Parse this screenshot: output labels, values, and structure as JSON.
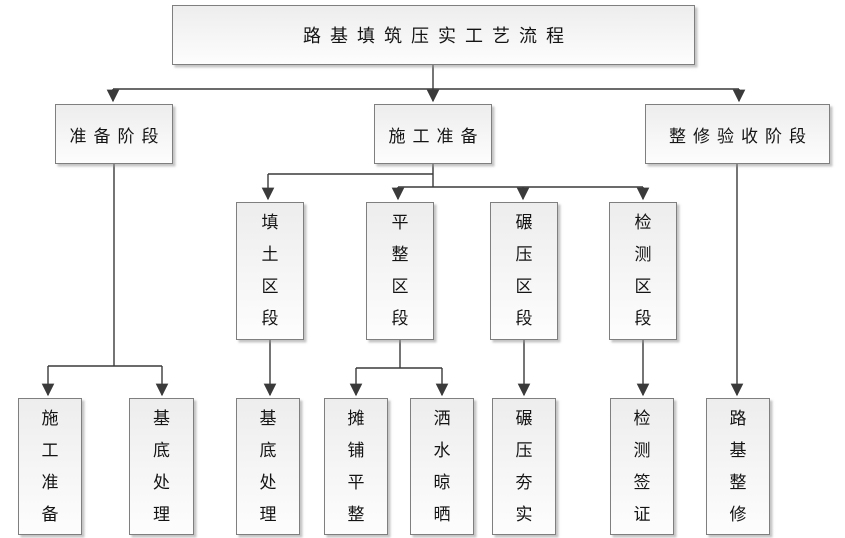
{
  "diagram": {
    "type": "flowchart",
    "title": "路基填筑压实工艺流程",
    "colors": {
      "line": "#3a3a3a",
      "box_border": "#7f7f7f",
      "box_fill_top": "#ededed",
      "box_fill_bottom": "#fdfdfd",
      "text": "#141414",
      "background": "#ffffff"
    },
    "nodes": {
      "title": {
        "label": "路基填筑压实工艺流程",
        "orientation": "horizontal"
      },
      "prep_stage": {
        "label": "准备阶段",
        "orientation": "horizontal"
      },
      "construction_prep": {
        "label": "施工准备",
        "orientation": "horizontal"
      },
      "acceptance_stage": {
        "label": "整修验收阶段",
        "orientation": "horizontal"
      },
      "fill_section": {
        "label": "填土区段",
        "orientation": "vertical"
      },
      "leveling_section": {
        "label": "平整区段",
        "orientation": "vertical"
      },
      "rolling_section": {
        "label": "碾压区段",
        "orientation": "vertical"
      },
      "inspection_section": {
        "label": "检测区段",
        "orientation": "vertical"
      },
      "construction_prep2": {
        "label": "施工准备",
        "orientation": "vertical"
      },
      "base_treatment1": {
        "label": "基底处理",
        "orientation": "vertical"
      },
      "base_treatment2": {
        "label": "基底处理",
        "orientation": "vertical"
      },
      "paving_leveling": {
        "label": "摊铺平整",
        "orientation": "vertical"
      },
      "watering_drying": {
        "label": "洒水晾晒",
        "orientation": "vertical"
      },
      "rolling_compaction": {
        "label": "碾压夯实",
        "orientation": "vertical"
      },
      "inspection_certification": {
        "label": "检测签证",
        "orientation": "vertical"
      },
      "roadbed_repair": {
        "label": "路基整修",
        "orientation": "vertical"
      }
    },
    "edges": [
      {
        "from": "title",
        "to": "prep_stage"
      },
      {
        "from": "title",
        "to": "construction_prep"
      },
      {
        "from": "title",
        "to": "acceptance_stage"
      },
      {
        "from": "prep_stage",
        "to": "construction_prep2"
      },
      {
        "from": "prep_stage",
        "to": "base_treatment1"
      },
      {
        "from": "construction_prep",
        "to": "fill_section"
      },
      {
        "from": "construction_prep",
        "to": "leveling_section"
      },
      {
        "from": "construction_prep",
        "to": "rolling_section"
      },
      {
        "from": "construction_prep",
        "to": "inspection_section"
      },
      {
        "from": "fill_section",
        "to": "base_treatment2"
      },
      {
        "from": "leveling_section",
        "to": "paving_leveling"
      },
      {
        "from": "leveling_section",
        "to": "watering_drying"
      },
      {
        "from": "rolling_section",
        "to": "rolling_compaction"
      },
      {
        "from": "inspection_section",
        "to": "inspection_certification"
      },
      {
        "from": "acceptance_stage",
        "to": "roadbed_repair"
      }
    ]
  }
}
